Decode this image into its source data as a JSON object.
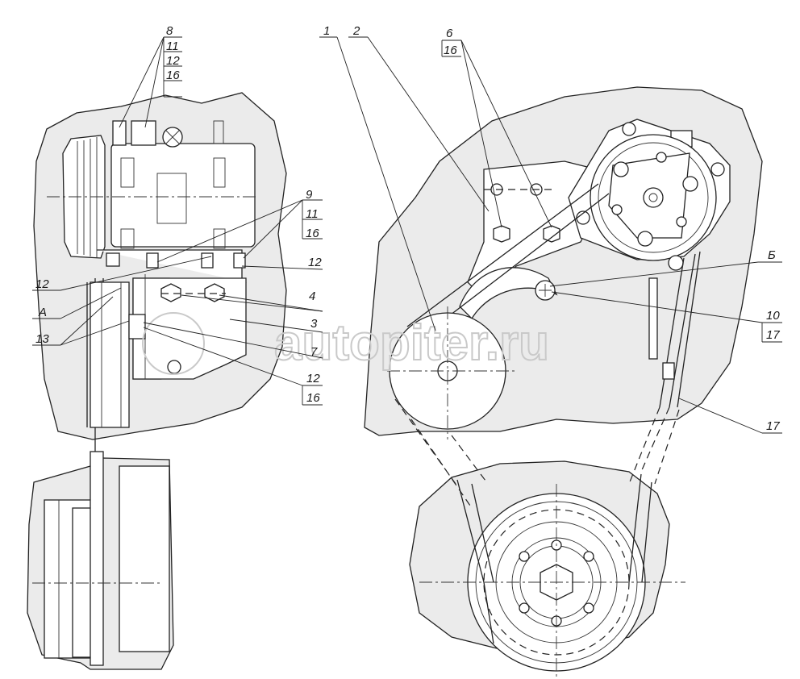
{
  "watermark": "autopiter.ru",
  "callouts": {
    "c8": "8",
    "c8_11": "11",
    "c8_12": "12",
    "c8_16": "16",
    "c9": "9",
    "c9_11": "11",
    "c9_16": "16",
    "c12_right": "12",
    "c12_left": "12",
    "cA": "А",
    "c4": "4",
    "c13": "13",
    "c3": "3",
    "c7": "7",
    "c12_bottom": "12",
    "c16_bottom": "16",
    "c1": "1",
    "c2": "2",
    "c6": "6",
    "c6_16": "16",
    "cB": "Б",
    "c10": "10",
    "c10_17": "17",
    "c17": "17"
  }
}
